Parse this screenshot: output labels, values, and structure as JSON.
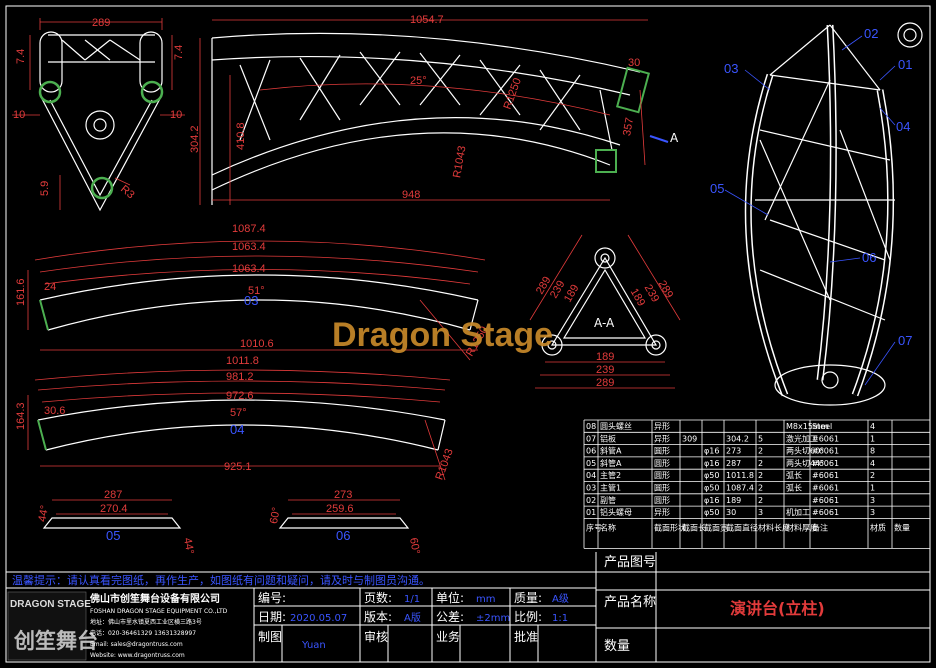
{
  "parts": {
    "p01_label": "01",
    "p02_label": "02",
    "p03_label": "03",
    "p04_label": "04",
    "p05_label": "05",
    "p06_label": "06",
    "p07_label": "07"
  },
  "views": {
    "end_view": {
      "width": "289",
      "h1": "7.4",
      "h2": "7.4",
      "d1": "10",
      "d2": "10",
      "d3": "5.9",
      "r": "R3"
    },
    "side_view": {
      "top": "1054.7",
      "angle": "25°",
      "r1250": "R1250",
      "h": "410.8",
      "h2": "304.2",
      "r1043": "R1043",
      "bottom": "948",
      "d30": "30",
      "d357": "357",
      "section": "A"
    },
    "tube_03": {
      "d1": "1087.4",
      "d2": "1063.4",
      "d3": "1063.4",
      "angle": "51°",
      "chord": "1010.6",
      "h": "161.6",
      "d24": "24",
      "r": "R1250",
      "label": "03"
    },
    "tube_04": {
      "d1": "1011.8",
      "d2": "981.2",
      "d3": "972.6",
      "angle": "57°",
      "chord": "925.1",
      "h": "164.3",
      "d30": "30.6",
      "r": "R1043",
      "label": "04"
    },
    "brace_05": {
      "top": "287",
      "mid": "270.4",
      "a1": "44°",
      "a2": "44°",
      "label": "05"
    },
    "brace_06": {
      "top": "273",
      "mid": "259.6",
      "a1": "60°",
      "a2": "60°",
      "label": "06"
    },
    "section_aa": {
      "title": "A-A",
      "d1": "289",
      "d2": "239",
      "d3": "189",
      "d4": "189",
      "d5": "239",
      "d6": "289",
      "b1": "189",
      "b2": "239",
      "b3": "289"
    }
  },
  "watermark": "Dragon Stage",
  "bom": {
    "rows": [
      [
        "08",
        "圆头螺丝",
        "异形",
        "",
        "",
        "",
        "",
        "M8x15mm",
        "Steel",
        "4"
      ],
      [
        "07",
        "铝板",
        "异形",
        "309",
        "",
        "304.2",
        "5",
        "激光加工",
        "#6061",
        "1"
      ],
      [
        "06",
        "斜管A",
        "圆形",
        "",
        "φ16",
        "273",
        "2",
        "两头切60°",
        "#6061",
        "8"
      ],
      [
        "05",
        "斜管A",
        "圆形",
        "",
        "φ16",
        "287",
        "2",
        "两头切44°",
        "#6061",
        "4"
      ],
      [
        "04",
        "主管2",
        "圆形",
        "",
        "φ50",
        "1011.8",
        "2",
        "弧长",
        "#6061",
        "2"
      ],
      [
        "03",
        "主管1",
        "圆形",
        "",
        "φ50",
        "1087.4",
        "2",
        "弧长",
        "#6061",
        "1"
      ],
      [
        "02",
        "副管",
        "圆形",
        "",
        "φ16",
        "189",
        "2",
        "",
        "#6061",
        "3"
      ],
      [
        "01",
        "铝头螺母",
        "异形",
        "",
        "φ50",
        "30",
        "3",
        "机加工",
        "#6061",
        "3"
      ]
    ],
    "header": [
      "序号",
      "名称",
      "截面形状",
      "截面长",
      "截面宽",
      "截面直径",
      "材料长度",
      "材料厚度",
      "备注",
      "材质",
      "数量"
    ]
  },
  "title_block": {
    "notice": "温馨提示：请认真看完图纸，再作生产，如图纸有问题和疑问，请及时与制图员沟通。",
    "company_cn": "佛山市创笙舞台设备有限公司",
    "company_en": "FOSHAN DRAGON STAGE EQUIPMENT CO.,LTD",
    "address": "地址：佛山市里水镇夏西工业区横三路3号",
    "phone": "电话：020-36461329 13631328997",
    "email": "Email: sales@dragontruss.com",
    "website": "Website: www.dragontruss.com",
    "brand": "DRAGON STAGE",
    "brand_cn": "创笙舞台",
    "code_label": "编号:",
    "date_label": "日期:",
    "date": "2020.05.07",
    "version_label": "版本:",
    "version": "A版",
    "pages_label": "页数:",
    "pages": "1/1",
    "unit_label": "单位:",
    "unit": "mm",
    "quality_label": "质量:",
    "quality": "A级",
    "tolerance_label": "公差:",
    "tolerance": "±2mm",
    "scale_label": "比例:",
    "scale": "1:1",
    "drawn_label": "制图",
    "drawn": "Yuan",
    "review_label": "审核",
    "business_label": "业务",
    "approve_label": "批准",
    "product_code_label": "产品图号",
    "product_name_label": "产品名称",
    "product_name": "演讲台(立柱)",
    "qty_label": "数量"
  }
}
